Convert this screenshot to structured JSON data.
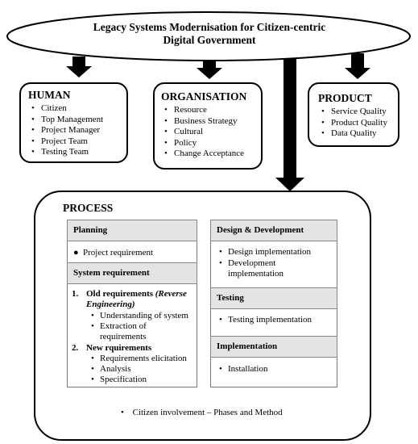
{
  "title": {
    "line1": "Legacy Systems Modernisation for Citizen-centric",
    "line2": "Digital Government"
  },
  "human": {
    "title": "HUMAN",
    "items": [
      "Citizen",
      "Top Management",
      "Project Manager",
      "Project Team",
      "Testing Team"
    ]
  },
  "organisation": {
    "title": "ORGANISATION",
    "items": [
      "Resource",
      "Business Strategy",
      "Cultural",
      "Policy",
      "Change Acceptance"
    ]
  },
  "product": {
    "title": "PRODUCT",
    "items": [
      "Service Quality",
      "Product Quality",
      "Data Quality"
    ]
  },
  "process": {
    "title": "PROCESS",
    "planning": {
      "header": "Planning",
      "items": [
        "Project requirement"
      ]
    },
    "system_requirement": {
      "header": "System requirement",
      "old": {
        "number": "1.",
        "label": "Old requirements",
        "note": "(Reverse Engineering)",
        "items": [
          "Understanding of system",
          "Extraction of requirements"
        ]
      },
      "new": {
        "number": "2.",
        "label": "New rquirements",
        "items": [
          "Requirements elicitation",
          "Analysis",
          "Specification"
        ]
      }
    },
    "design": {
      "header": "Design & Development",
      "items": [
        "Design implementation",
        "Development implementation"
      ]
    },
    "testing": {
      "header": "Testing",
      "items": [
        "Testing implementation"
      ]
    },
    "implementation": {
      "header": "Implementation",
      "items": [
        "Installation"
      ]
    },
    "citizen_involvement": "Citizen involvement – Phases and Method"
  }
}
